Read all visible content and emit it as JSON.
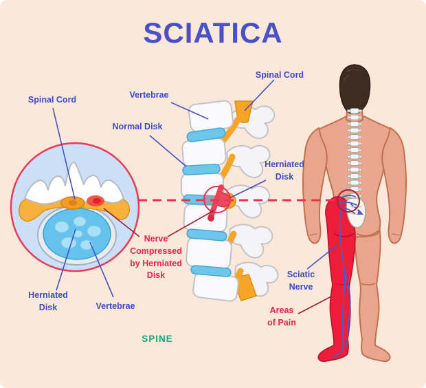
{
  "title": "SCIATICA",
  "labels": {
    "spinal_cord_left": "Spinal Cord",
    "vertebrae_top": "Vertebrae",
    "normal_disk": "Normal Disk",
    "spinal_cord_top": "Spinal Cord",
    "herniated_disk_right": "Herniated Disk",
    "nerve_compressed": "Nerve Compressed by Herniated Disk",
    "herniated_disk_bottom": "Herniated Disk",
    "vertebrae_bottom": "Vertebrae",
    "sciatic_nerve": "Sciatic Nerve",
    "areas_of_pain": "Areas of Pain",
    "spine_caption": "SPINE"
  },
  "colors": {
    "bg": "#FAE8DB",
    "title_blue": "#4A51C8",
    "label_blue": "#3D4BC2",
    "label_red": "#EE2447",
    "caption_green": "#13A77B",
    "leader_blue": "#4450C5",
    "leader_dark_red": "#9E1D33",
    "dashed_red": "#F23050",
    "pain_red": "#EE1E3B",
    "nerve_blue": "#4A5CC8",
    "disk_blue": "#6EC6EA",
    "nerve_orange": "#F6A526",
    "skin": "#E9A68E",
    "hair_brown": "#3C2C22",
    "inset_fill": "#CBDFF7",
    "inset_ring_red": "#E93A56"
  }
}
